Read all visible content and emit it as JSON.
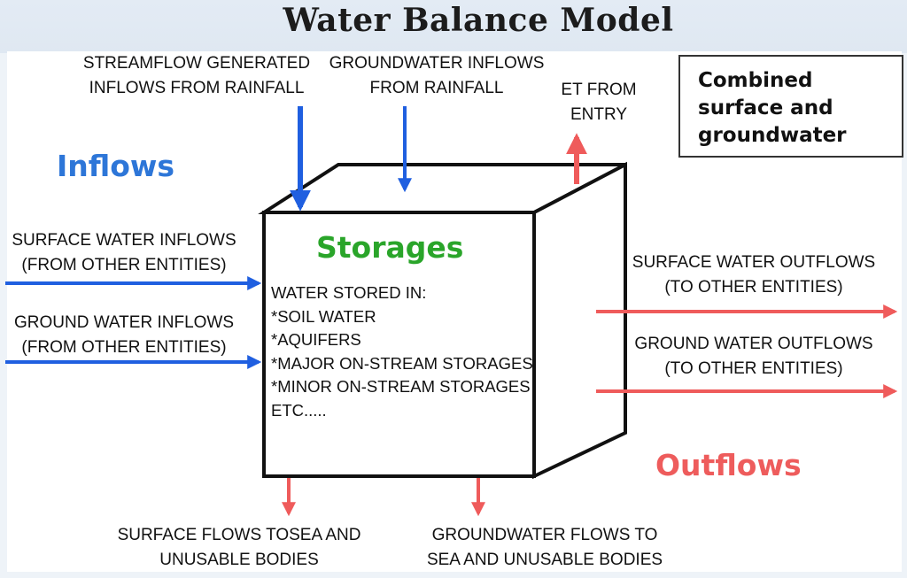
{
  "title": "Water Balance Model",
  "legend_box": {
    "lines": [
      "Combined",
      "surface and",
      "groundwater"
    ]
  },
  "inflows_heading": "Inflows",
  "outflows_heading": "Outflows",
  "storages": {
    "heading": "Storages",
    "lines": [
      "WATER STORED IN:",
      "*SOIL WATER",
      "*AQUIFERS",
      "*MAJOR ON-STREAM STORAGES",
      "*MINOR ON-STREAM STORAGES",
      "ETC....."
    ]
  },
  "labels": {
    "streamflow": [
      "STREAMFLOW GENERATED",
      "INFLOWS FROM RAINFALL"
    ],
    "groundwater_rain": [
      "GROUNDWATER INFLOWS",
      "FROM RAINFALL"
    ],
    "et": [
      "ET FROM",
      "ENTRY"
    ],
    "surface_in": [
      "SURFACE WATER INFLOWS",
      "(FROM OTHER ENTITIES)"
    ],
    "ground_in": [
      "GROUND WATER INFLOWS",
      "(FROM OTHER ENTITIES)"
    ],
    "surface_out": [
      "SURFACE WATER OUTFLOWS",
      "(TO OTHER ENTITIES)"
    ],
    "ground_out": [
      "GROUND WATER OUTFLOWS",
      "(TO OTHER ENTITIES)"
    ],
    "surface_sea": [
      "SURFACE FLOWS TOSEA AND",
      "UNUSABLE BODIES"
    ],
    "ground_sea": [
      "GROUNDWATER FLOWS TO",
      "SEA AND UNUSABLE BODIES"
    ]
  },
  "colors": {
    "inflow_arrow": "#1f5fe0",
    "outflow_arrow": "#ef5b5b",
    "inflows_text": "#2d76d8",
    "outflows_text": "#ee5c5c",
    "storages_text": "#2aa52a"
  }
}
